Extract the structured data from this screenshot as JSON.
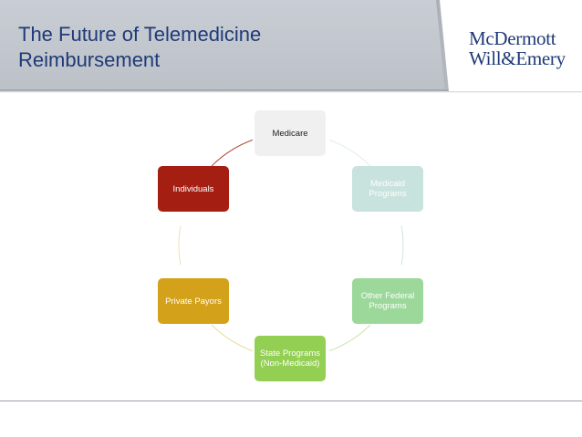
{
  "slide": {
    "title": "The Future of Telemedicine\nReimbursement",
    "logo_line1": "McDermott",
    "logo_line2": "Will&Emery"
  },
  "diagram": {
    "nodes": [
      {
        "label": "Medicare",
        "fill": "#f0f0f0",
        "text_color": "#222222"
      },
      {
        "label": "Medicaid\nPrograms",
        "fill": "#c8e3dd",
        "text_color": "#ffffff"
      },
      {
        "label": "Other Federal\nPrograms",
        "fill": "#9bd89a",
        "text_color": "#ffffff"
      },
      {
        "label": "State Programs\n(Non-Medicaid)",
        "fill": "#93cf52",
        "text_color": "#ffffff"
      },
      {
        "label": "Private Payors",
        "fill": "#d3a21a",
        "text_color": "#ffffff"
      },
      {
        "label": "Individuals",
        "fill": "#a41e12",
        "text_color": "#ffffff"
      }
    ],
    "connector_colors": [
      "#dfeee9",
      "#cde8dc",
      "#c5e6a8",
      "#e6dca0",
      "#eee0b4",
      "#b04a3a"
    ]
  }
}
